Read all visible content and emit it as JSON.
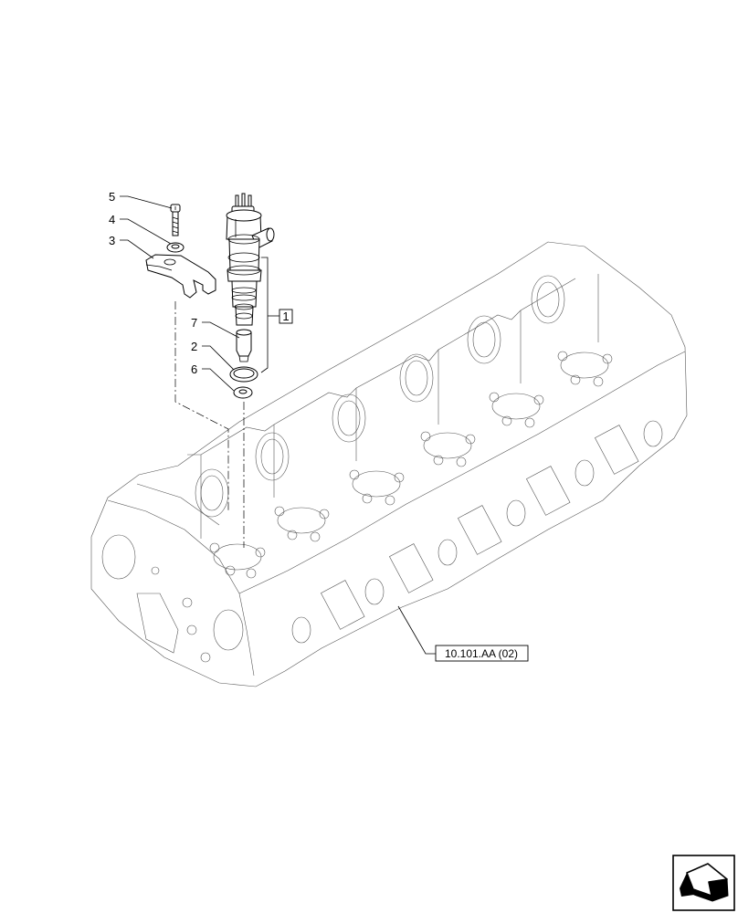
{
  "callouts": [
    {
      "id": "callout-5",
      "label": "5"
    },
    {
      "id": "callout-4",
      "label": "4"
    },
    {
      "id": "callout-3",
      "label": "3"
    },
    {
      "id": "callout-7",
      "label": "7"
    },
    {
      "id": "callout-2",
      "label": "2"
    },
    {
      "id": "callout-6",
      "label": "6"
    }
  ],
  "assembly_box": {
    "label": "1"
  },
  "reference": {
    "label": "10.101.AA (02)"
  },
  "nav_icon": {
    "name": "previous-page-arrow-icon"
  }
}
